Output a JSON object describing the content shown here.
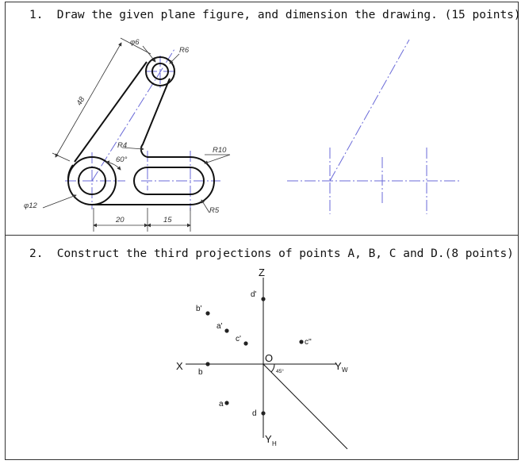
{
  "questions": [
    {
      "number": "1.",
      "text": "Draw the given plane figure, and dimension the drawing. (15 points)"
    },
    {
      "number": "2.",
      "text": "Construct the third projections of points A, B, C and D.(8 points)"
    }
  ],
  "figure1": {
    "dimensions": {
      "phi6": "φ6",
      "r6": "R6",
      "len48": "48",
      "r4": "R4",
      "angle60": "60°",
      "r10": "R10",
      "phi12": "φ12",
      "r5": "R5",
      "len20": "20",
      "len15": "15"
    }
  },
  "figure2": {
    "axes": {
      "z": "Z",
      "x": "X",
      "yw": "Y",
      "yw_sub": "W",
      "yh": "Y",
      "yh_sub": "H",
      "origin": "O",
      "angle": "45°"
    },
    "points": {
      "d_prime": "d'",
      "b_prime": "b'",
      "a_prime": "a'",
      "c_prime": "c'",
      "c_dprime": "c''",
      "b": "b",
      "a": "a",
      "d": "d"
    }
  }
}
